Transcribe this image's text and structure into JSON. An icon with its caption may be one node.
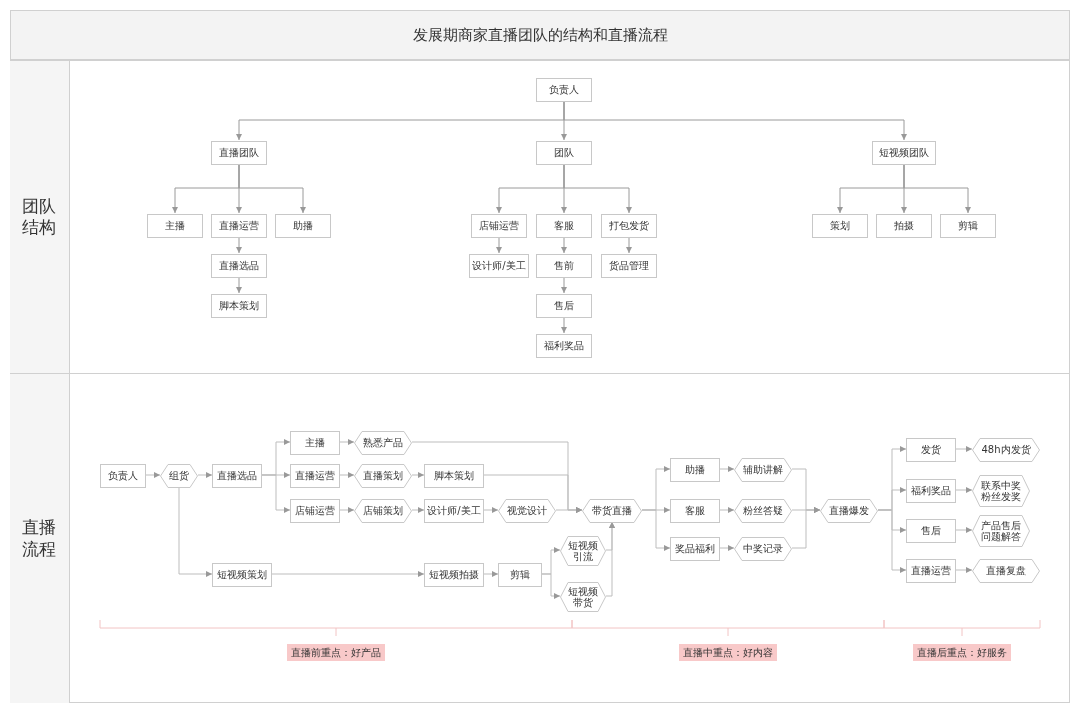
{
  "diagram": {
    "title": "发展期商家直播团队的结构和直播流程",
    "nodes": [
      {
        "text": [
          "团队结构"
        ]
      },
      {
        "text": [
          "负责人"
        ],
        "in": 0
      },
      {
        "text": [
          "直播团队"
        ],
        "in": 0
      },
      {
        "text": [
          "团队"
        ],
        "in": 0
      },
      {
        "text": [
          "短视频团队"
        ],
        "in": 0
      },
      {
        "text": [
          "主播"
        ],
        "in": 0
      },
      {
        "text": [
          "直播运营"
        ],
        "in": 0
      },
      {
        "text": [
          "助播"
        ],
        "in": 0
      },
      {
        "text": [
          "直播选品"
        ],
        "in": 0
      },
      {
        "text": [
          "脚本策划"
        ],
        "in": 0
      },
      {
        "text": [
          "店铺运营"
        ],
        "in": 0
      },
      {
        "text": [
          "客服"
        ],
        "in": 0
      },
      {
        "text": [
          "打包发货"
        ],
        "in": 0
      },
      {
        "text": [
          "设计师/美工"
        ],
        "in": 0
      },
      {
        "text": [
          "售前"
        ],
        "in": 0
      },
      {
        "text": [
          "货品管理"
        ],
        "in": 0
      },
      {
        "text": [
          "售后"
        ],
        "in": 0
      },
      {
        "text": [
          "福利奖品"
        ],
        "in": 0
      },
      {
        "text": [
          "策划"
        ],
        "in": 0
      },
      {
        "text": [
          "拍摄"
        ],
        "in": 0
      },
      {
        "text": [
          "剪辑"
        ],
        "in": 0
      },
      {
        "text": [
          "直播流程"
        ]
      },
      {
        "text": [
          "负责人"
        ],
        "in": 21
      },
      {
        "text": [
          "组货"
        ],
        "in": 21
      },
      {
        "text": [
          "直播选品"
        ],
        "in": 21
      },
      {
        "text": [
          "主播"
        ],
        "in": 21
      },
      {
        "text": [
          "直播运营"
        ],
        "in": 21
      },
      {
        "text": [
          "店铺运营"
        ],
        "in": 21
      },
      {
        "text": [
          "熟悉产品"
        ],
        "in": 21
      },
      {
        "text": [
          "直播策划"
        ],
        "in": 21
      },
      {
        "text": [
          "店铺策划"
        ],
        "in": 21
      },
      {
        "text": [
          "脚本策划"
        ],
        "in": 21
      },
      {
        "text": [
          "设计师/美工"
        ],
        "in": 21
      },
      {
        "text": [
          "视觉设计"
        ],
        "in": 21
      },
      {
        "text": [
          "短视频策划"
        ],
        "in": 21
      },
      {
        "text": [
          "短视频拍摄"
        ],
        "in": 21
      },
      {
        "text": [
          "剪辑"
        ],
        "in": 21
      },
      {
        "text": [
          "短视频引流"
        ],
        "in": 21
      },
      {
        "text": [
          "短视频带货"
        ],
        "in": 21
      },
      {
        "text": [
          "带货直播"
        ],
        "in": 21
      },
      {
        "text": [
          "助播"
        ],
        "in": 21
      },
      {
        "text": [
          "客服"
        ],
        "in": 21
      },
      {
        "text": [
          "奖品福利"
        ],
        "in": 21
      },
      {
        "text": [
          "辅助讲解"
        ],
        "in": 21
      },
      {
        "text": [
          "粉丝答疑"
        ],
        "in": 21
      },
      {
        "text": [
          "中奖记录"
        ],
        "in": 21
      },
      {
        "text": [
          "直播爆发"
        ],
        "in": 21
      },
      {
        "text": [
          "发货"
        ],
        "in": 21
      },
      {
        "text": [
          "福利奖品"
        ],
        "in": 21
      },
      {
        "text": [
          "售后"
        ],
        "in": 21
      },
      {
        "text": [
          "直播运营"
        ],
        "in": 21
      },
      {
        "text": [
          "48h内发货"
        ],
        "in": 21
      },
      {
        "text": [
          "联系中奖粉丝发奖"
        ],
        "in": 21
      },
      {
        "text": [
          "产品售后问题解答"
        ],
        "in": 21
      },
      {
        "text": [
          "直播复盘"
        ],
        "in": 21
      }
    ],
    "edges": [
      {
        "from": 1,
        "to": 2,
        "arrow": "to"
      },
      {
        "from": 1,
        "to": 3,
        "arrow": "to"
      },
      {
        "from": 1,
        "to": 4,
        "arrow": "to"
      },
      {
        "from": 2,
        "to": 5,
        "arrow": "to"
      },
      {
        "from": 2,
        "to": 6,
        "arrow": "to"
      },
      {
        "from": 2,
        "to": 7,
        "arrow": "to"
      },
      {
        "from": 6,
        "to": 8,
        "arrow": "to"
      },
      {
        "from": 8,
        "to": 9,
        "arrow": "to"
      },
      {
        "from": 3,
        "to": 10,
        "arrow": "to"
      },
      {
        "from": 3,
        "to": 11,
        "arrow": "to"
      },
      {
        "from": 3,
        "to": 12,
        "arrow": "to"
      },
      {
        "from": 10,
        "to": 13,
        "arrow": "to"
      },
      {
        "from": 11,
        "to": 14,
        "arrow": "to"
      },
      {
        "from": 14,
        "to": 16,
        "arrow": "to"
      },
      {
        "from": 16,
        "to": 17,
        "arrow": "to"
      },
      {
        "from": 12,
        "to": 15,
        "arrow": "to"
      },
      {
        "from": 4,
        "to": 18,
        "arrow": "to"
      },
      {
        "from": 4,
        "to": 19,
        "arrow": "to"
      },
      {
        "from": 4,
        "to": 20,
        "arrow": "to"
      },
      {
        "from": 22,
        "to": 23,
        "arrow": "to"
      },
      {
        "from": 23,
        "to": 24,
        "arrow": "to"
      },
      {
        "from": 23,
        "to": 34,
        "arrow": "to"
      },
      {
        "from": 24,
        "to": 25,
        "arrow": "to"
      },
      {
        "from": 24,
        "to": 26,
        "arrow": "to"
      },
      {
        "from": 24,
        "to": 27,
        "arrow": "to"
      },
      {
        "from": 25,
        "to": 28,
        "arrow": "to"
      },
      {
        "from": 26,
        "to": 29,
        "arrow": "to"
      },
      {
        "from": 27,
        "to": 30,
        "arrow": "to"
      },
      {
        "from": 29,
        "to": 31,
        "arrow": "to"
      },
      {
        "from": 30,
        "to": 32,
        "arrow": "to"
      },
      {
        "from": 32,
        "to": 33,
        "arrow": "to"
      },
      {
        "from": 28,
        "to": 39,
        "arrow": "to"
      },
      {
        "from": 31,
        "to": 39,
        "arrow": "to"
      },
      {
        "from": 33,
        "to": 39,
        "arrow": "to"
      },
      {
        "from": 34,
        "to": 35,
        "arrow": "to"
      },
      {
        "from": 35,
        "to": 36,
        "arrow": "to"
      },
      {
        "from": 36,
        "to": 37,
        "arrow": "to"
      },
      {
        "from": 36,
        "to": 38,
        "arrow": "to"
      },
      {
        "from": 37,
        "to": 39,
        "arrow": "to"
      },
      {
        "from": 38,
        "to": 39,
        "arrow": "to"
      },
      {
        "from": 39,
        "to": 40,
        "arrow": "to"
      },
      {
        "from": 39,
        "to": 41,
        "arrow": "to"
      },
      {
        "from": 39,
        "to": 42,
        "arrow": "to"
      },
      {
        "from": 40,
        "to": 43,
        "arrow": "to"
      },
      {
        "from": 41,
        "to": 44,
        "arrow": "to"
      },
      {
        "from": 42,
        "to": 45,
        "arrow": "to"
      },
      {
        "from": 43,
        "to": 46,
        "arrow": "to"
      },
      {
        "from": 44,
        "to": 46,
        "arrow": "to"
      },
      {
        "from": 45,
        "to": 46,
        "arrow": "to"
      },
      {
        "from": 46,
        "to": 47,
        "arrow": "to"
      },
      {
        "from": 46,
        "to": 48,
        "arrow": "to"
      },
      {
        "from": 46,
        "to": 49,
        "arrow": "to"
      },
      {
        "from": 46,
        "to": 50,
        "arrow": "to"
      },
      {
        "from": 47,
        "to": 51,
        "arrow": "to"
      },
      {
        "from": 48,
        "to": 52,
        "arrow": "to"
      },
      {
        "from": 49,
        "to": 53,
        "arrow": "to"
      },
      {
        "from": 50,
        "to": 54,
        "arrow": "to"
      }
    ],
    "labels": [
      "直播前重点：好产品",
      "直播中重点：好内容",
      "直播后重点：好服务"
    ]
  }
}
